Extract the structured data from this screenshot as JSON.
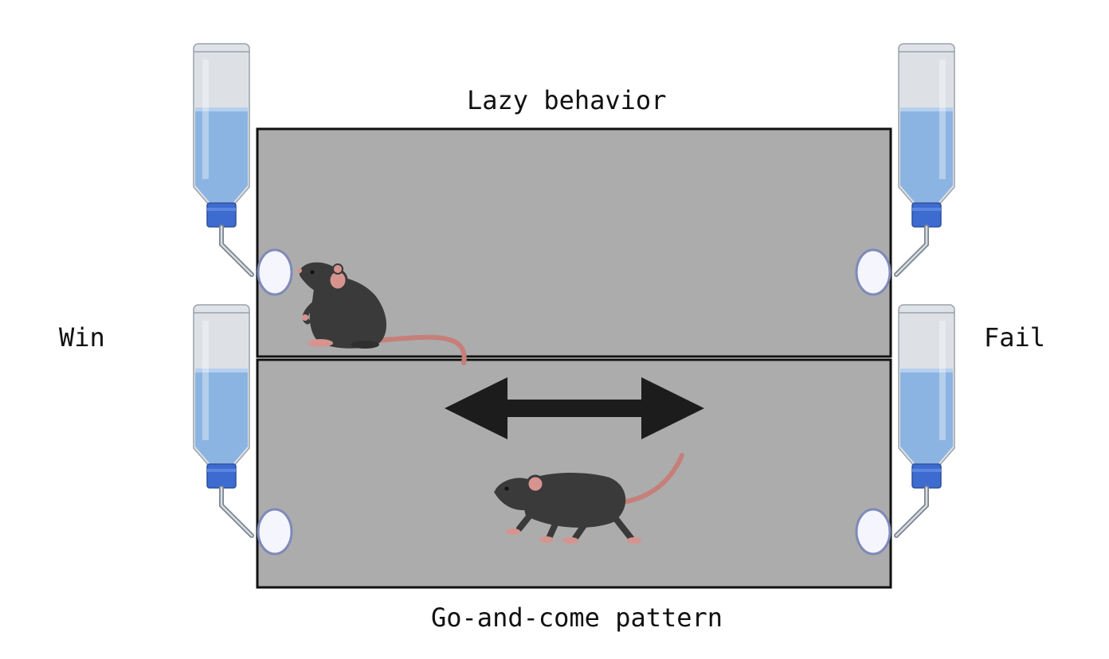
{
  "labels": {
    "top": "Lazy behavior",
    "bottom": "Go-and-come pattern",
    "left": "Win",
    "right": "Fail"
  },
  "icons": {
    "bottle": "water-bottle-icon",
    "mouse": "mouse-icon",
    "arrow": "double-arrow-icon",
    "port": "lick-port-icon"
  },
  "colors": {
    "arena": "#acacac",
    "border": "#111111",
    "water": "#8cb4e2",
    "cap": "#3e6bd0",
    "port": "#f4f5fd",
    "port_ring": "#7f8ab8",
    "mouse_body": "#3a3a3a",
    "mouse_ear": "#d7948f",
    "tail": "#c67f79",
    "arrow": "#1c1c1c"
  }
}
